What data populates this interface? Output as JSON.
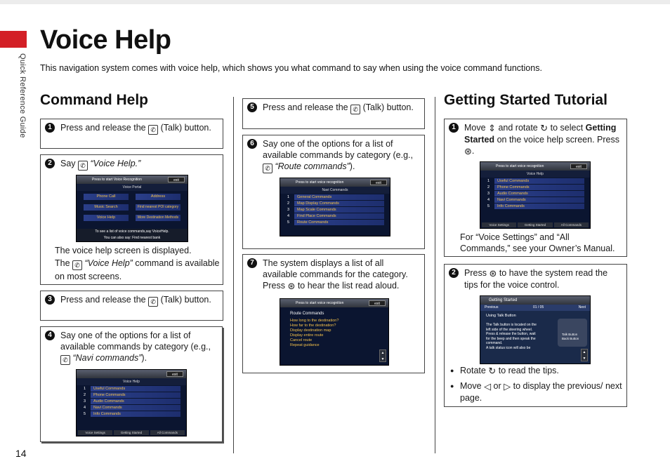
{
  "page": {
    "title": "Voice Help",
    "side_label": "Quick Reference Guide",
    "intro": "This navigation system comes with voice help, which shows you what command to say when using the voice command functions.",
    "page_number": "14"
  },
  "command_help": {
    "title": "Command Help",
    "step1": {
      "num": "1",
      "pre": "Press and release the",
      "post": "(Talk) button."
    },
    "step2": {
      "num": "2",
      "pre": "Say",
      "cmd": "“Voice Help.”",
      "note1": "The voice help screen is displayed.",
      "note2_pre": "The",
      "note2_cmd": "“Voice Help”",
      "note2_post": "command is available on most screens."
    },
    "step3": {
      "num": "3",
      "pre": "Press and release the",
      "post": "(Talk) button."
    },
    "step4": {
      "num": "4",
      "pre": "Say one of the options for a list of available commands by category (e.g.,",
      "cmd": "“Navi commands”",
      "post": ")."
    }
  },
  "middle": {
    "step5": {
      "num": "5",
      "pre": "Press and release the",
      "post": "(Talk) button."
    },
    "step6": {
      "num": "6",
      "pre": "Say one of the options for a list of available commands by category (e.g.,",
      "cmd": "“Route commands”",
      "post": ")."
    },
    "step7": {
      "num": "7",
      "line1": "The system displays a list of all available commands for the category.",
      "pre": "Press",
      "post": "to hear the list read aloud."
    }
  },
  "tutorial": {
    "title": "Getting Started Tutorial",
    "step1": {
      "num": "1",
      "a": "Move",
      "b": "and rotate",
      "c": "to select",
      "bold": "Getting Started",
      "d": "on the voice help screen. Press",
      "e": ".",
      "note": "For “Voice Settings” and “All Commands,” see your Owner’s Manual."
    },
    "step2": {
      "num": "2",
      "pre": "Press",
      "post": "to have the system read the tips for the voice control.",
      "bullet1_pre": "Rotate",
      "bullet1_post": "to read the tips.",
      "bullet2_a": "Move",
      "bullet2_b": "or",
      "bullet2_c": "to display the previous/ next page."
    }
  },
  "screens": {
    "exit": "exit",
    "start_vr": "Press  to start Voice Recognition",
    "start_vr_lower": "Press  to start voice recognition",
    "portal": {
      "sub": "Voice Portal",
      "buttons": [
        "Phone Call",
        "Address",
        "Music Search",
        "Find nearest POI category",
        "Voice Help",
        "More Destination Methods"
      ],
      "foot1": "To see a list of voice commands,say VoiceHelp.",
      "foot2": "You can also say: Find nearest bank"
    },
    "voice_help": {
      "sub": "Voice Help",
      "rows": [
        "Useful Commands",
        "Phone Commands",
        "Audio Commands",
        "Navi Commands",
        "Info Commands"
      ],
      "nums": [
        "1",
        "2",
        "3",
        "4",
        "5"
      ],
      "foot": [
        "Voice Settings",
        "Getting Started",
        "All Commands"
      ]
    },
    "navi": {
      "sub": "Navi Commands",
      "rows": [
        "General Commands",
        "Map Display Commands",
        "Map Scale Commands",
        "Find Place Commands",
        "Route Commands"
      ]
    },
    "route": {
      "title": "Route Commands",
      "lines": [
        "How long to the destination?",
        "How far to the destination?",
        "Display destination map",
        "Display entire route",
        "Cancel route",
        "Repeat guidance"
      ]
    },
    "getting_started": {
      "title": "Getting Started",
      "prev": "Previous",
      "next": "Next",
      "page": "01 / 05",
      "heading": "Using Talk Button",
      "lines": [
        "The Talk button is located on the",
        "left side of the steering wheel.",
        "Press & release the button, wait",
        "for the beep and then speak the",
        "command.",
        "A talk status icon will also be"
      ],
      "l1": "Talk Button",
      "l2": "Back Button"
    }
  }
}
